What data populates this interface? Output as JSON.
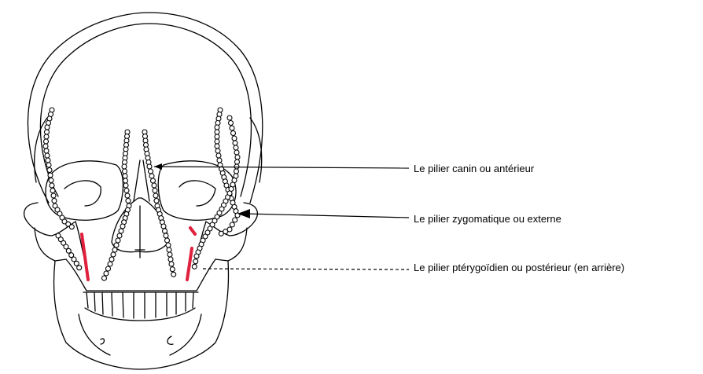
{
  "labels": {
    "canine_pillar": "Le pilier canin ou antérieur",
    "zygomatic_pillar": "Le pilier zygomatique ou externe",
    "pterygoid_pillar": "Le pilier ptérygoïdien ou postérieur (en arrière)"
  },
  "colors": {
    "line": "#000000",
    "pillar_highlight": "#e0203c",
    "background": "#ffffff"
  }
}
